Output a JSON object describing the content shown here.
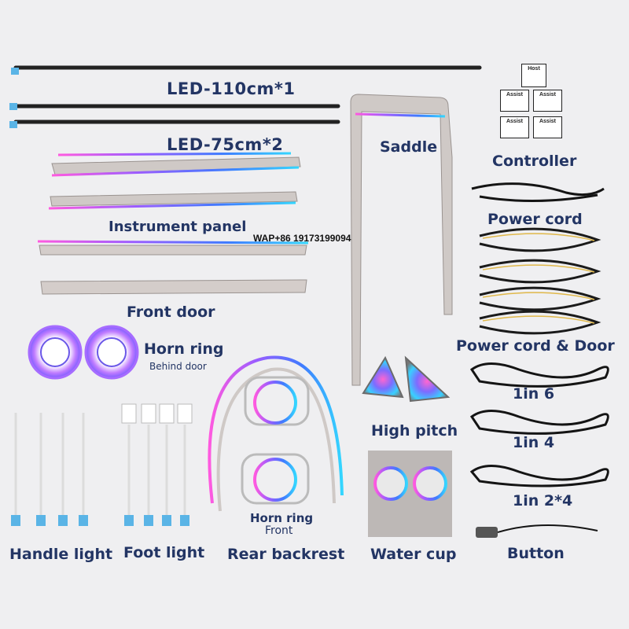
{
  "labels": {
    "led_110": "LED-110cm*1",
    "led_75": "LED-75cm*2",
    "saddle": "Saddle",
    "controller": "Controller",
    "power_cord": "Power cord",
    "instrument_panel": "Instrument panel",
    "watermark": "WAP+86 19173199094",
    "front_door": "Front door",
    "power_cord_door": "Power cord & Door",
    "horn_ring": "Horn ring",
    "behind_door": "Behind door",
    "one_in_6": "1in 6",
    "high_pitch": "High pitch",
    "one_in_4": "1in 4",
    "horn_ring_2": "Horn ring",
    "front": "Front",
    "one_in_2x4": "1in 2*4",
    "handle_light": "Handle light",
    "foot_light": "Foot light",
    "rear_backrest": "Rear backrest",
    "water_cup": "Water cup",
    "button": "Button"
  },
  "controller_boxes": [
    "Host",
    "Assist",
    "Assist",
    "Assist",
    "Assist"
  ],
  "colors": {
    "label": "#233564",
    "background": "#efeff1",
    "led_gradient": [
      "#ff5adf",
      "#9b5cff",
      "#3f7bff",
      "#34d6ff"
    ],
    "metal": "#cfc9c6",
    "cable": "#141414",
    "connector_blue": "#5ab4e6"
  }
}
